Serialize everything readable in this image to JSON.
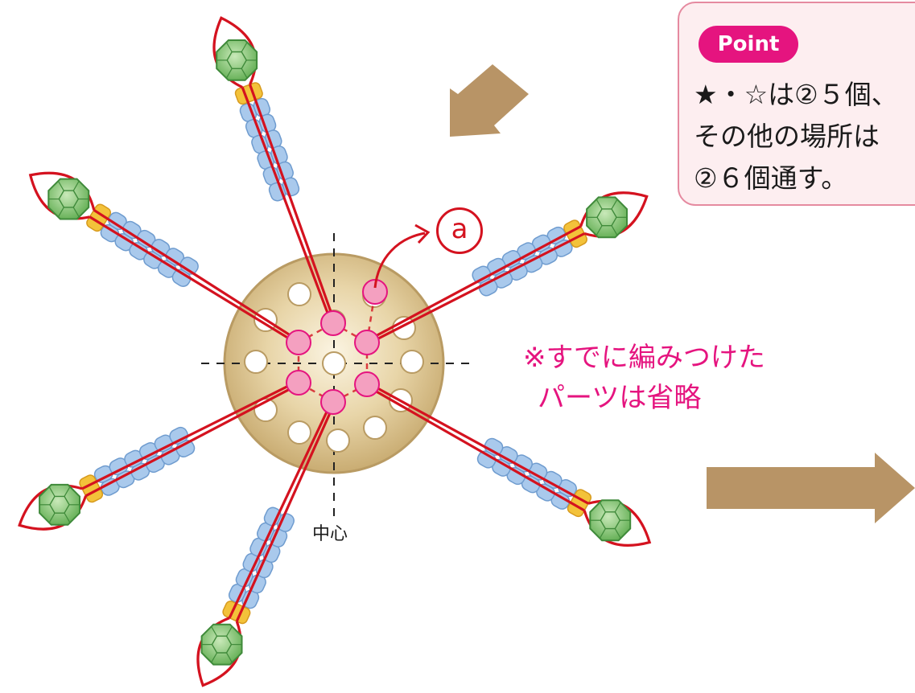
{
  "point": {
    "badge": "Point",
    "lines": [
      "★・☆は②５個、",
      "その他の場所は",
      "②６個通す。"
    ]
  },
  "note": {
    "lines": [
      "※すでに編みつけた",
      "パーツは省略"
    ]
  },
  "labels": {
    "a": "ⓐ",
    "a_text": "a",
    "center": "中心"
  },
  "colors": {
    "base": "#d8c08a",
    "hole_pink": "#f4a0c0",
    "thread": "#d4121f",
    "bead_blue": "#a9c9ec",
    "bead_yellow": "#f3c23a",
    "crystal_green": "#6cb35c",
    "arrow": "#b89466",
    "magenta": "#e5147f"
  },
  "icons": [
    "arrow-down-left-icon",
    "arrow-right-icon",
    "center-crosshair-icon"
  ]
}
